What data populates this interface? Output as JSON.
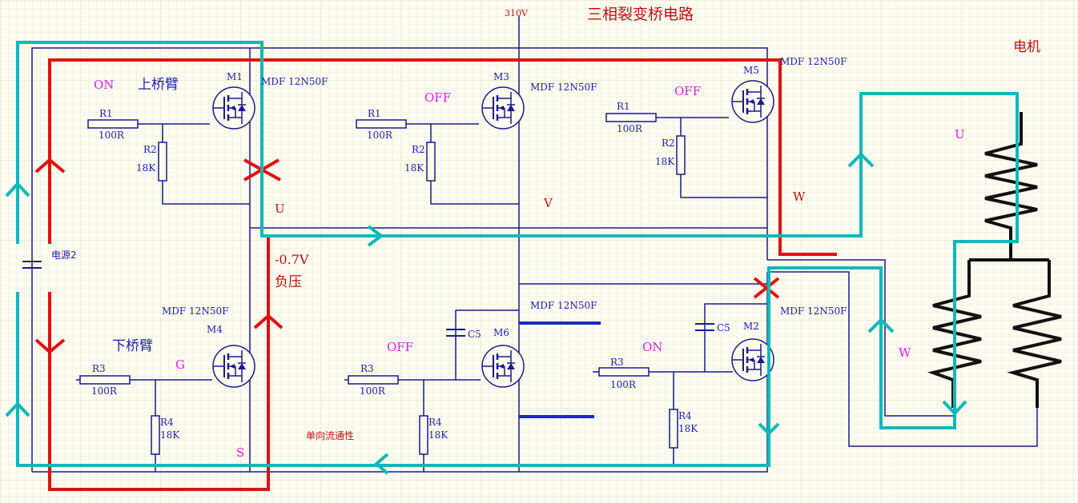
{
  "title": "三相裂变桥电路",
  "motor_label": "电机",
  "supply": {
    "label": "310V",
    "cap_label": "电源2"
  },
  "part_number": "MDF 12N50F",
  "high_side": {
    "group_label": "上桥臂",
    "M1": {
      "name": "M1",
      "state": "ON",
      "r1": "R1",
      "r1_value": "100R",
      "r2": "R2",
      "r2_value": "18K",
      "node": "U"
    },
    "M3": {
      "name": "M3",
      "state": "OFF",
      "r1": "R1",
      "r1_value": "100R",
      "r2": "R2",
      "r2_value": "18K",
      "node": "V"
    },
    "M5": {
      "name": "M5",
      "state": "OFF",
      "r1": "R1",
      "r1_value": "100R",
      "r2": "R2",
      "r2_value": "18K",
      "node": "W"
    }
  },
  "low_side": {
    "group_label": "下桥臂",
    "M4": {
      "name": "M4",
      "r3": "R3",
      "r3_value": "100R",
      "r4": "R4",
      "r4_value": "18K",
      "gate_label": "G",
      "source_label": "S"
    },
    "M6": {
      "name": "M6",
      "state": "OFF",
      "r3": "R3",
      "r3_value": "100R",
      "r4": "R4",
      "r4_value": "18K",
      "cap": "C5"
    },
    "M2": {
      "name": "M2",
      "state": "ON",
      "r3": "R3",
      "r3_value": "100R",
      "r4": "R4",
      "r4_value": "18K",
      "cap": "C5"
    }
  },
  "annotations": {
    "neg_voltage": "-0.7V",
    "neg_pressure": "负压",
    "unidirectional": "单向流通性",
    "motor_u": "U",
    "motor_w": "W"
  },
  "colors": {
    "wire": "#1a1a8c",
    "current_red": "#e01010",
    "current_cyan": "#10b8b8",
    "label_magenta": "#e020e0",
    "label_blue": "#2020b0",
    "title_red": "#c01010",
    "grid": "#ecebd8"
  }
}
